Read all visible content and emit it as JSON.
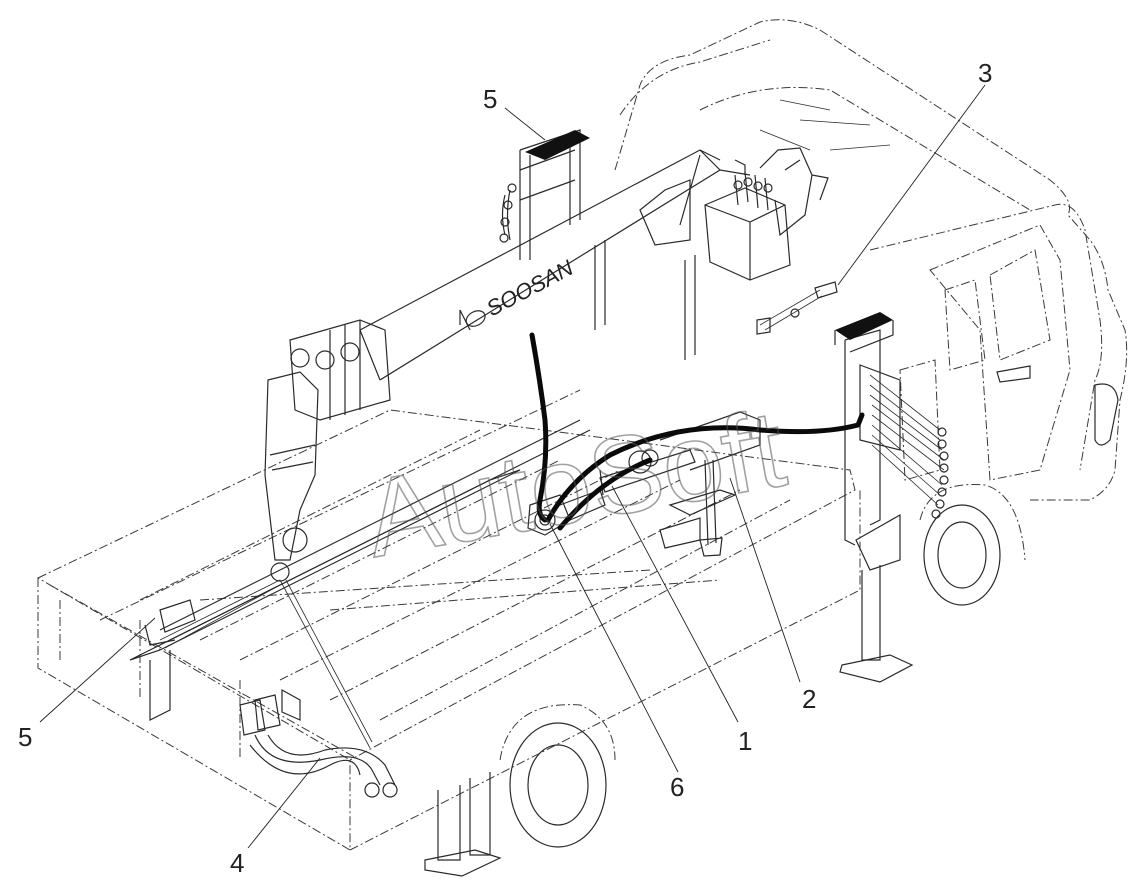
{
  "diagram": {
    "brand_label": "SOOSAN",
    "watermark": "AutoSoft",
    "callouts": [
      {
        "id": "c1",
        "text": "1"
      },
      {
        "id": "c2",
        "text": "2"
      },
      {
        "id": "c3",
        "text": "3"
      },
      {
        "id": "c4",
        "text": "4"
      },
      {
        "id": "c5a",
        "text": "5"
      },
      {
        "id": "c5b",
        "text": "5"
      },
      {
        "id": "c6",
        "text": "6"
      }
    ]
  }
}
